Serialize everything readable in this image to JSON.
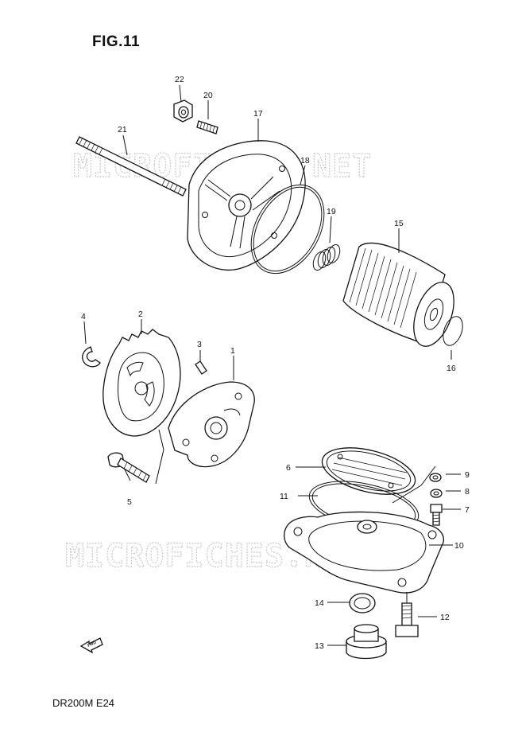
{
  "figure": {
    "title": "FIG.11",
    "model_code": "DR200M E24",
    "watermark": "MICROFICHES.NET",
    "fwd_label": "FWD"
  },
  "callouts": [
    {
      "id": "c1",
      "label": "1"
    },
    {
      "id": "c2",
      "label": "2"
    },
    {
      "id": "c3",
      "label": "3"
    },
    {
      "id": "c4",
      "label": "4"
    },
    {
      "id": "c5",
      "label": "5"
    },
    {
      "id": "c6",
      "label": "6"
    },
    {
      "id": "c7",
      "label": "7"
    },
    {
      "id": "c8",
      "label": "8"
    },
    {
      "id": "c9",
      "label": "9"
    },
    {
      "id": "c10",
      "label": "10"
    },
    {
      "id": "c11",
      "label": "11"
    },
    {
      "id": "c12",
      "label": "12"
    },
    {
      "id": "c13",
      "label": "13"
    },
    {
      "id": "c14",
      "label": "14"
    },
    {
      "id": "c15",
      "label": "15"
    },
    {
      "id": "c16",
      "label": "16"
    },
    {
      "id": "c17",
      "label": "17"
    },
    {
      "id": "c18",
      "label": "18"
    },
    {
      "id": "c19",
      "label": "19"
    },
    {
      "id": "c20",
      "label": "20"
    },
    {
      "id": "c21",
      "label": "21"
    },
    {
      "id": "c22",
      "label": "22"
    }
  ]
}
